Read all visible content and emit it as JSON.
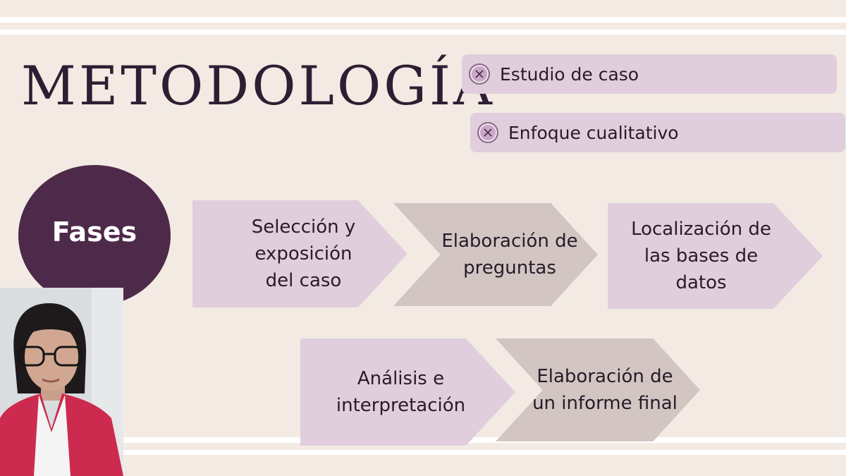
{
  "slide": {
    "title": "METODOLOGÍA",
    "tags": [
      {
        "label": "Estudio de caso",
        "icon": "circle-x-icon"
      },
      {
        "label": "Enfoque cualitativo",
        "icon": "circle-x-icon"
      }
    ],
    "phases_label": "Fases",
    "phases": [
      {
        "label": "Selección y exposición del caso"
      },
      {
        "label": "Elaboración de preguntas"
      },
      {
        "label": "Localización de las bases de datos"
      },
      {
        "label": "Análisis e interpretación"
      },
      {
        "label": "Elaboración de un informe final"
      }
    ]
  },
  "colors": {
    "background": "#f3ebe3",
    "accent_dark": "#4e2a4a",
    "chevron_light": "#e0cedd",
    "chevron_grey": "#d3c6c2"
  }
}
